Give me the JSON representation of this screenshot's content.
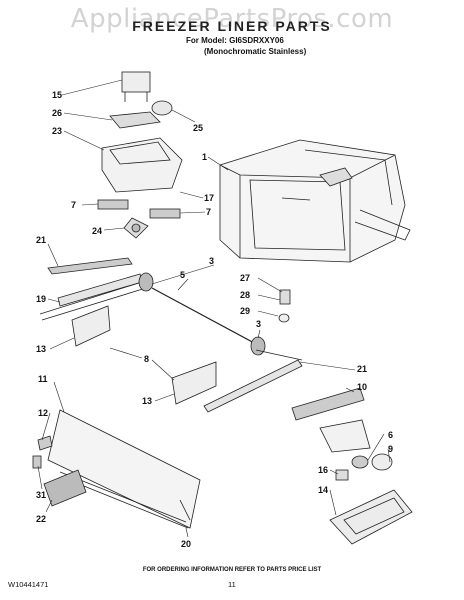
{
  "watermark": "AppliancePartsPros.com",
  "header": {
    "title": "FREEZER LINER PARTS",
    "model": "For Model: GI6SDRXXY06",
    "variant": "(Monochromatic Stainless)"
  },
  "footer": {
    "notice": "FOR ORDERING INFORMATION REFER TO PARTS PRICE LIST",
    "doc_code": "W10441471",
    "page_number": "11"
  },
  "part_labels": [
    "15",
    "26",
    "23",
    "25",
    "1",
    "17",
    "7",
    "7",
    "24",
    "21",
    "3",
    "5",
    "19",
    "27",
    "28",
    "29",
    "3",
    "13",
    "8",
    "21",
    "10",
    "11",
    "13",
    "12",
    "6",
    "9",
    "16",
    "14",
    "31",
    "22",
    "20"
  ]
}
